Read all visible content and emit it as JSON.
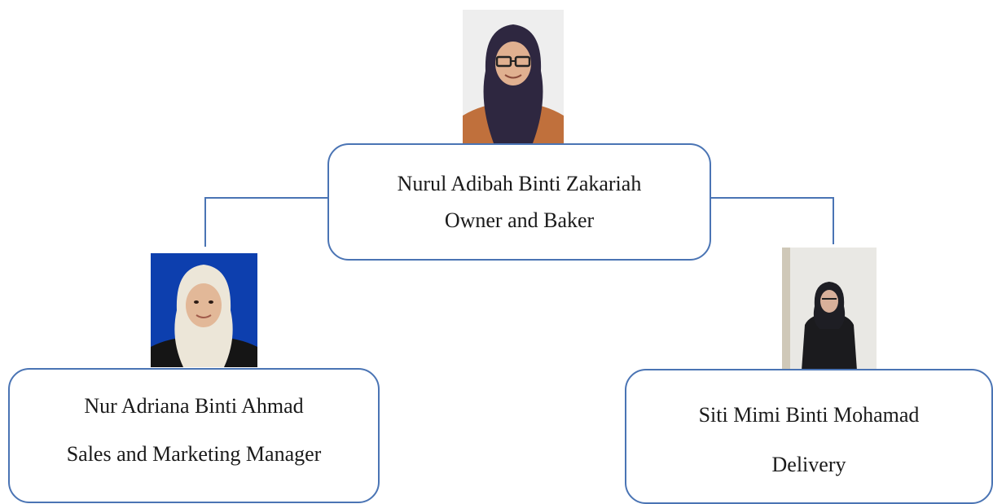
{
  "org_chart": {
    "top": {
      "name": "Nurul Adibah Binti Zakariah",
      "role": "Owner and Baker"
    },
    "left": {
      "name": "Nur Adriana Binti Ahmad",
      "role": "Sales and Marketing Manager"
    },
    "right": {
      "name": "Siti Mimi Binti Mohamad",
      "role": "Delivery"
    }
  },
  "colors": {
    "border": "#4a74b4",
    "text": "#1a1a1a"
  }
}
